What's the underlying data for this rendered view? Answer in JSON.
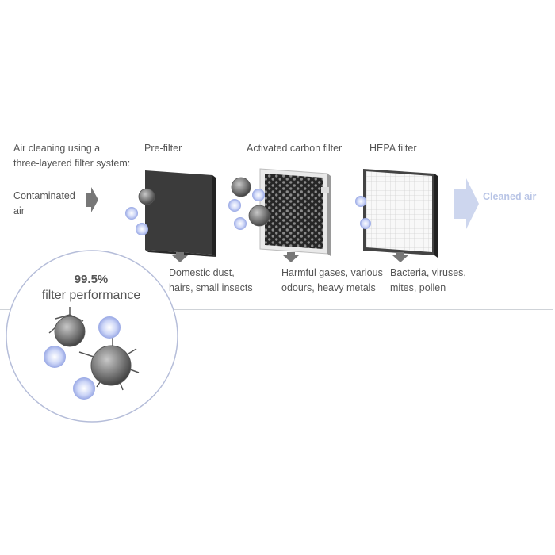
{
  "intro": {
    "line1": "Air cleaning using a",
    "line2": "three-layered filter system:"
  },
  "input": {
    "line1": "Contaminated",
    "line2": "air"
  },
  "output": {
    "label": "Cleaned air"
  },
  "filters": [
    {
      "name": "Pre-filter",
      "desc1": "Domestic dust,",
      "desc2": "hairs, small insects"
    },
    {
      "name": "Activated carbon filter",
      "desc1": "Harmful gases, various",
      "desc2": "odours, heavy metals"
    },
    {
      "name": "HEPA filter",
      "desc1": "Bacteria, viruses,",
      "desc2": "mites, pollen"
    }
  ],
  "performance": {
    "value": "99.5%",
    "label": "filter performance"
  },
  "colors": {
    "arrow": "#777777",
    "cleaned_arrow": "#cdd6ee",
    "particle_blue": "#a9b8ee",
    "particle_grey": "#6d6d6d",
    "circle_border": "#b5bdd9"
  }
}
